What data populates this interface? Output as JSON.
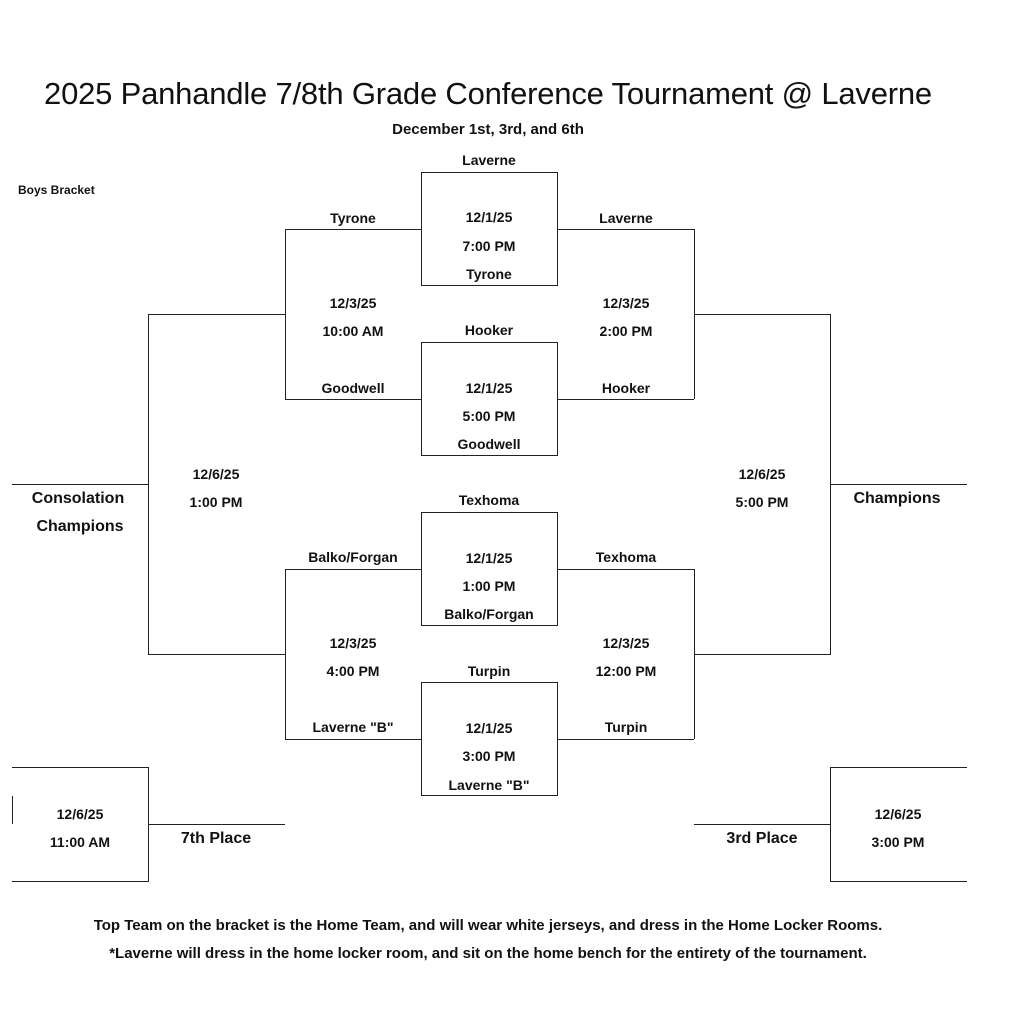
{
  "header": {
    "title": "2025 Panhandle 7/8th Grade Conference Tournament @ Laverne",
    "subtitle": "December 1st, 3rd, and 6th",
    "bracket_label": "Boys Bracket"
  },
  "first_round": [
    {
      "top_team": "Laverne",
      "date": "12/1/25",
      "time": "7:00 PM",
      "bottom_team": "Tyrone"
    },
    {
      "top_team": "Hooker",
      "date": "12/1/25",
      "time": "5:00 PM",
      "bottom_team": "Goodwell"
    },
    {
      "top_team": "Texhoma",
      "date": "12/1/25",
      "time": "1:00 PM",
      "bottom_team": "Balko/Forgan"
    },
    {
      "top_team": "Turpin",
      "date": "12/1/25",
      "time": "3:00 PM",
      "bottom_team": "Laverne \"B\""
    }
  ],
  "consolation_semis": [
    {
      "top_team": "Tyrone",
      "bottom_team": "Goodwell",
      "date": "12/3/25",
      "time": "10:00 AM"
    },
    {
      "top_team": "Balko/Forgan",
      "bottom_team": "Laverne \"B\"",
      "date": "12/3/25",
      "time": "4:00 PM"
    }
  ],
  "winner_semis": [
    {
      "top_team": "Laverne",
      "bottom_team": "Hooker",
      "date": "12/3/25",
      "time": "2:00 PM"
    },
    {
      "top_team": "Texhoma",
      "bottom_team": "Turpin",
      "date": "12/3/25",
      "time": "12:00 PM"
    }
  ],
  "finals": {
    "consolation": {
      "date": "12/6/25",
      "time": "1:00 PM",
      "label_line1": "Consolation",
      "label_line2": "Champions"
    },
    "championship": {
      "date": "12/6/25",
      "time": "5:00 PM",
      "label": "Champions"
    },
    "seventh_place": {
      "date": "12/6/25",
      "time": "11:00 AM",
      "label": "7th Place"
    },
    "third_place": {
      "date": "12/6/25",
      "time": "3:00 PM",
      "label": "3rd Place"
    }
  },
  "notes": [
    "Top Team on the bracket is the Home Team, and will wear white jerseys, and dress in the Home Locker Rooms.",
    "*Laverne will dress in the home locker room, and sit on the home bench for the entirety of the tournament."
  ]
}
